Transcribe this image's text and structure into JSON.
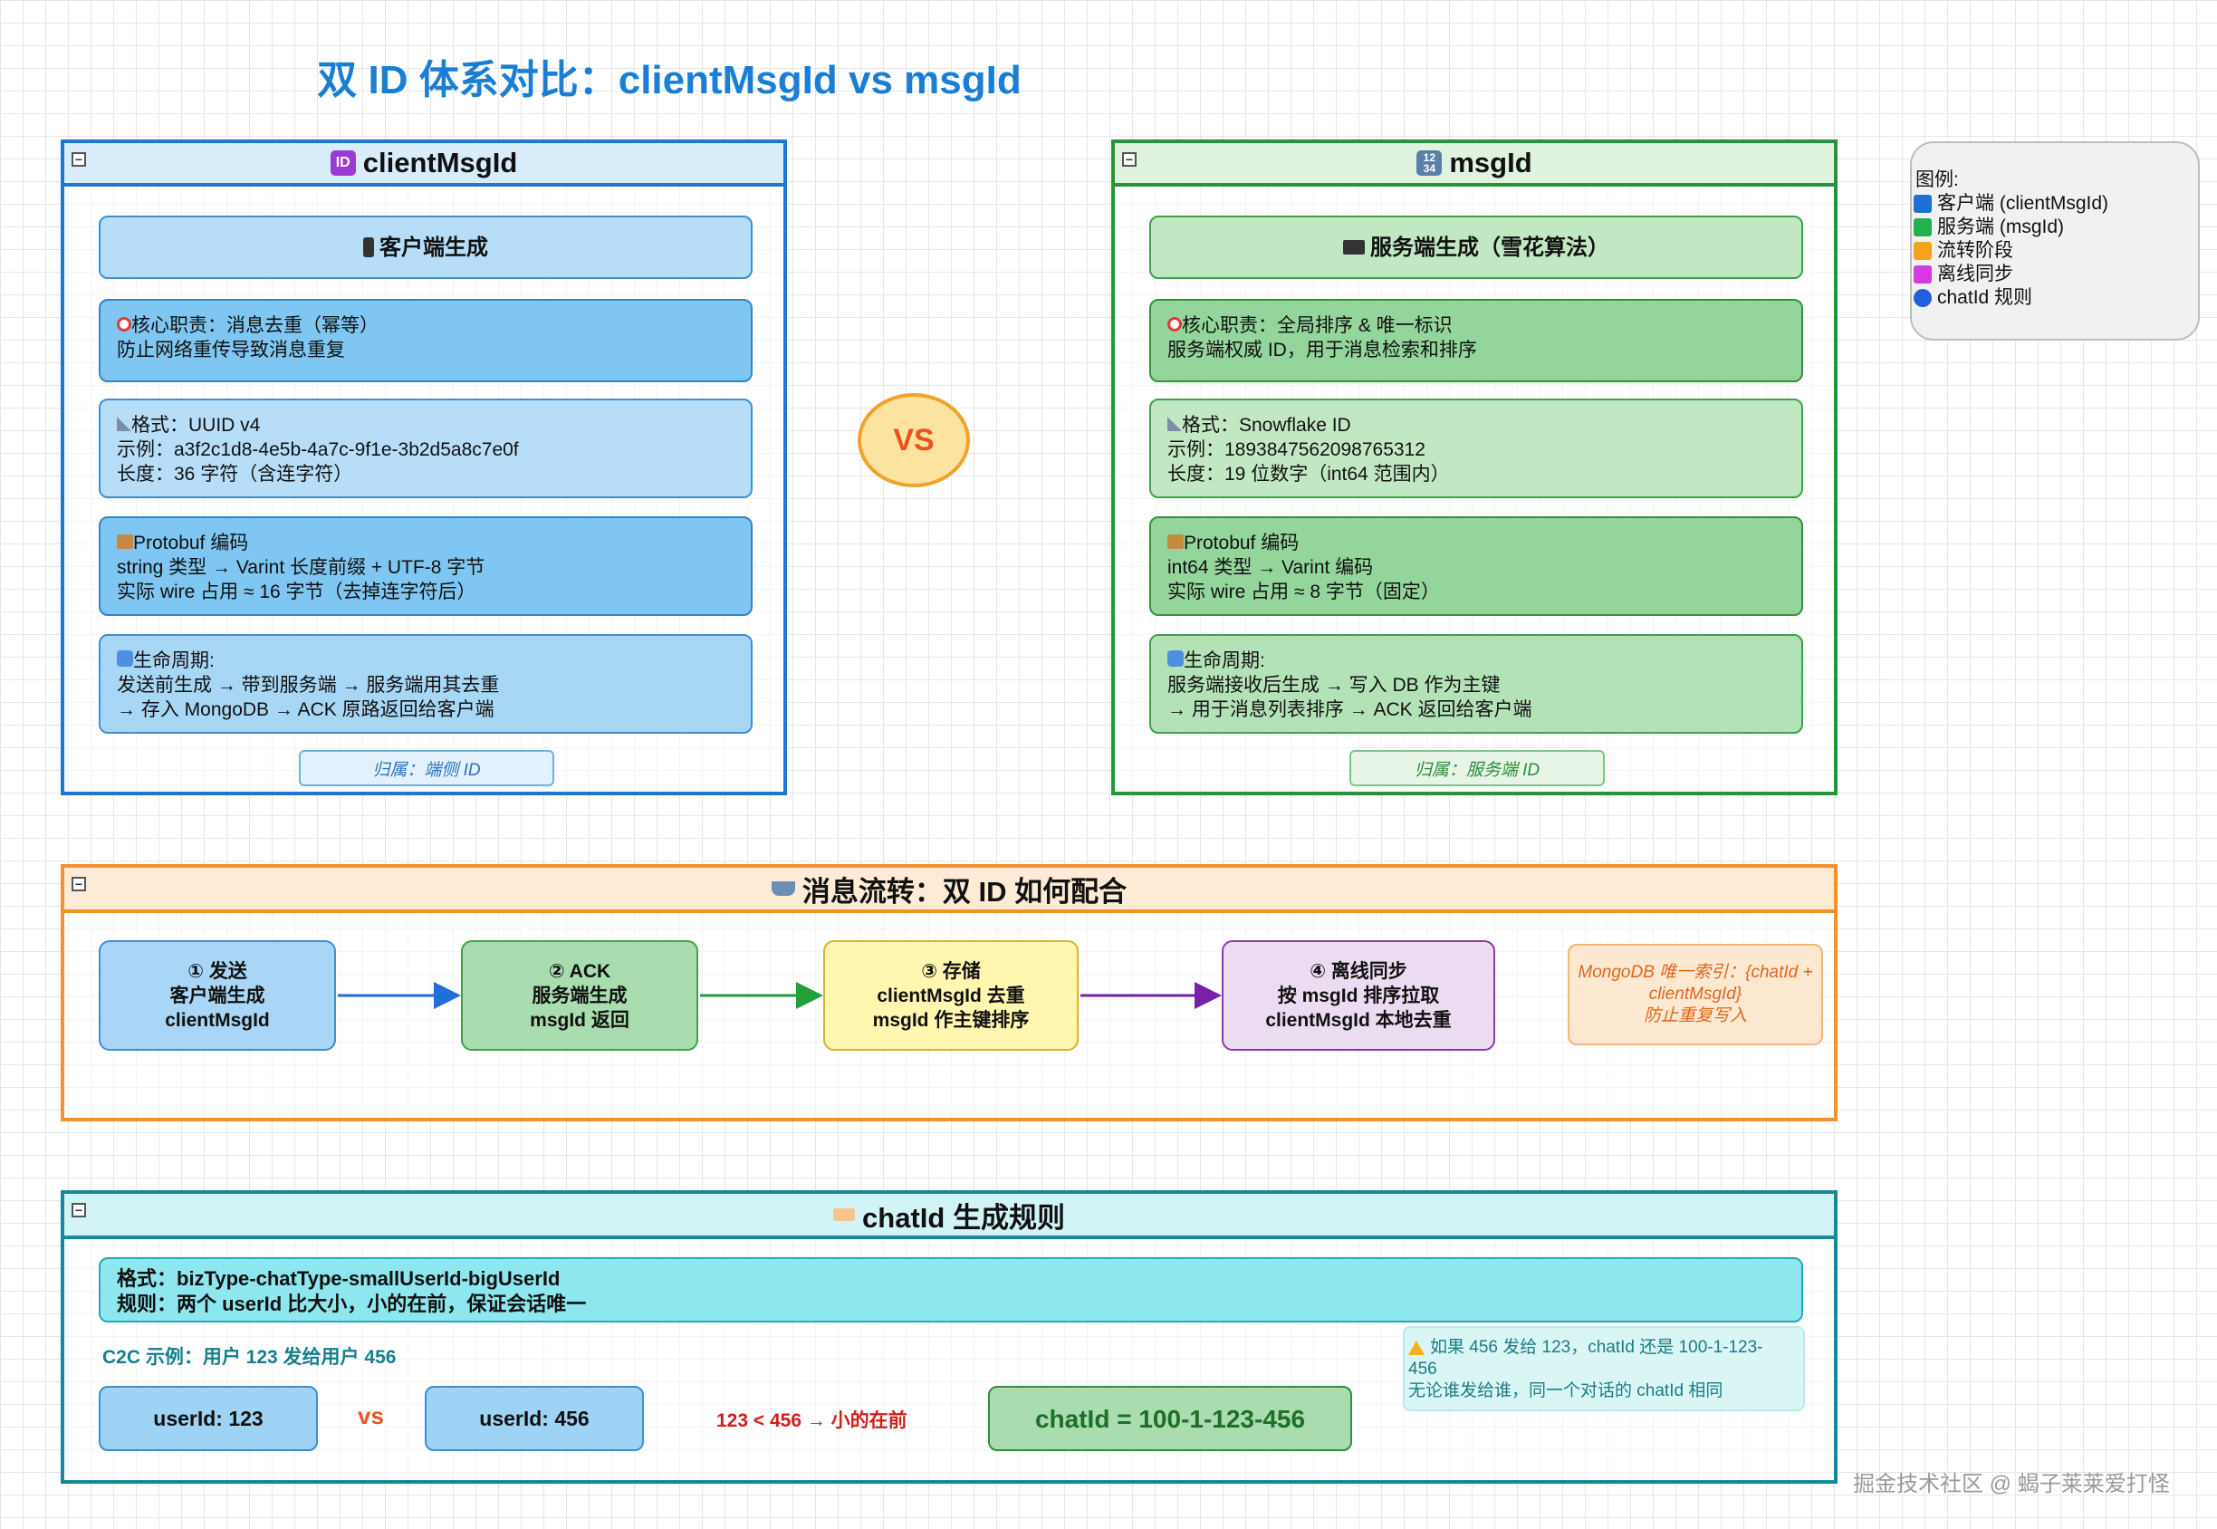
{
  "title": "双 ID 体系对比：clientMsgId vs msgId",
  "client_panel": {
    "header_icon": "id-badge-icon",
    "header": "clientMsgId",
    "generator": "客户端生成",
    "duty_l1": "核心职责：消息去重（幂等）",
    "duty_l2": "防止网络重传导致消息重复",
    "format_l1": "格式：UUID v4",
    "format_l2": "示例：a3f2c1d8-4e5b-4a7c-9f1e-3b2d5a8c7e0f",
    "format_l3": "长度：36 字符（含连字符）",
    "proto_l1": "Protobuf 编码",
    "proto_l2": "string 类型 → Varint 长度前缀 + UTF-8 字节",
    "proto_l3": "实际 wire 占用 ≈ 16 字节（去掉连字符后）",
    "life_l1": "生命周期:",
    "life_l2": "发送前生成 → 带到服务端 → 服务端用其去重",
    "life_l3": "→ 存入 MongoDB → ACK 原路返回给客户端",
    "owner_tag": "归属：端侧 ID"
  },
  "server_panel": {
    "header_icon": "numbers-icon",
    "header": "msgId",
    "generator": "服务端生成（雪花算法）",
    "duty_l1": "核心职责：全局排序 & 唯一标识",
    "duty_l2": "服务端权威 ID，用于消息检索和排序",
    "format_l1": "格式：Snowflake ID",
    "format_l2": "示例：1893847562098765312",
    "format_l3": "长度：19 位数字（int64 范围内）",
    "proto_l1": "Protobuf 编码",
    "proto_l2": "int64 类型 → Varint 编码",
    "proto_l3": "实际 wire 占用 ≈ 8 字节（固定）",
    "life_l1": "生命周期:",
    "life_l2": "服务端接收后生成 → 写入 DB 作为主键",
    "life_l3": "→ 用于消息列表排序 → ACK 返回给客户端",
    "owner_tag": "归属：服务端 ID"
  },
  "vs_label": "VS",
  "legend": {
    "title": "图例:",
    "items": [
      {
        "label": "客户端 (clientMsgId)",
        "color": "#1e6fd9"
      },
      {
        "label": "服务端 (msgId)",
        "color": "#22b14c"
      },
      {
        "label": "流转阶段",
        "color": "#f5a31a"
      },
      {
        "label": "离线同步",
        "color": "#d63ae0"
      },
      {
        "label": "chatId 规则",
        "color": "#1f5fe0"
      }
    ]
  },
  "flow_panel": {
    "header": "消息流转：双 ID 如何配合",
    "steps": [
      {
        "l1": "① 发送",
        "l2": "客户端生成",
        "l3": "clientMsgId"
      },
      {
        "l1": "② ACK",
        "l2": "服务端生成",
        "l3": "msgId 返回"
      },
      {
        "l1": "③ 存储",
        "l2": "clientMsgId 去重",
        "l3": "msgId 作主键排序"
      },
      {
        "l1": "④ 离线同步",
        "l2": "按 msgId 排序拉取",
        "l3": "clientMsgId 本地去重"
      }
    ],
    "note_l1": "MongoDB 唯一索引：{chatId +",
    "note_l2": "clientMsgId}",
    "note_l3": "防止重复写入",
    "arrow_colors": [
      "#1e6fd9",
      "#22a03a",
      "#7a1fa8"
    ]
  },
  "chat_panel": {
    "header": "chatId 生成规则",
    "rule_l1": "格式：bizType-chatType-smallUserId-bigUserId",
    "rule_l2": "规则：两个 userId 比大小，小的在前，保证会话唯一",
    "example_label": "C2C 示例：用户 123 发给用户 456",
    "user_a": "userId: 123",
    "vs": "vs",
    "user_b": "userId: 456",
    "compare": "123 < 456 → 小的在前",
    "result": "chatId = 100-1-123-456",
    "warn_l1": "如果 456 发给 123，chatId 还是 100-1-123-",
    "warn_l2": "456",
    "warn_l3": "无论谁发给谁，同一个对话的 chatId 相同"
  },
  "watermark": "掘金技术社区 @ 蝎子莱莱爱打怪"
}
